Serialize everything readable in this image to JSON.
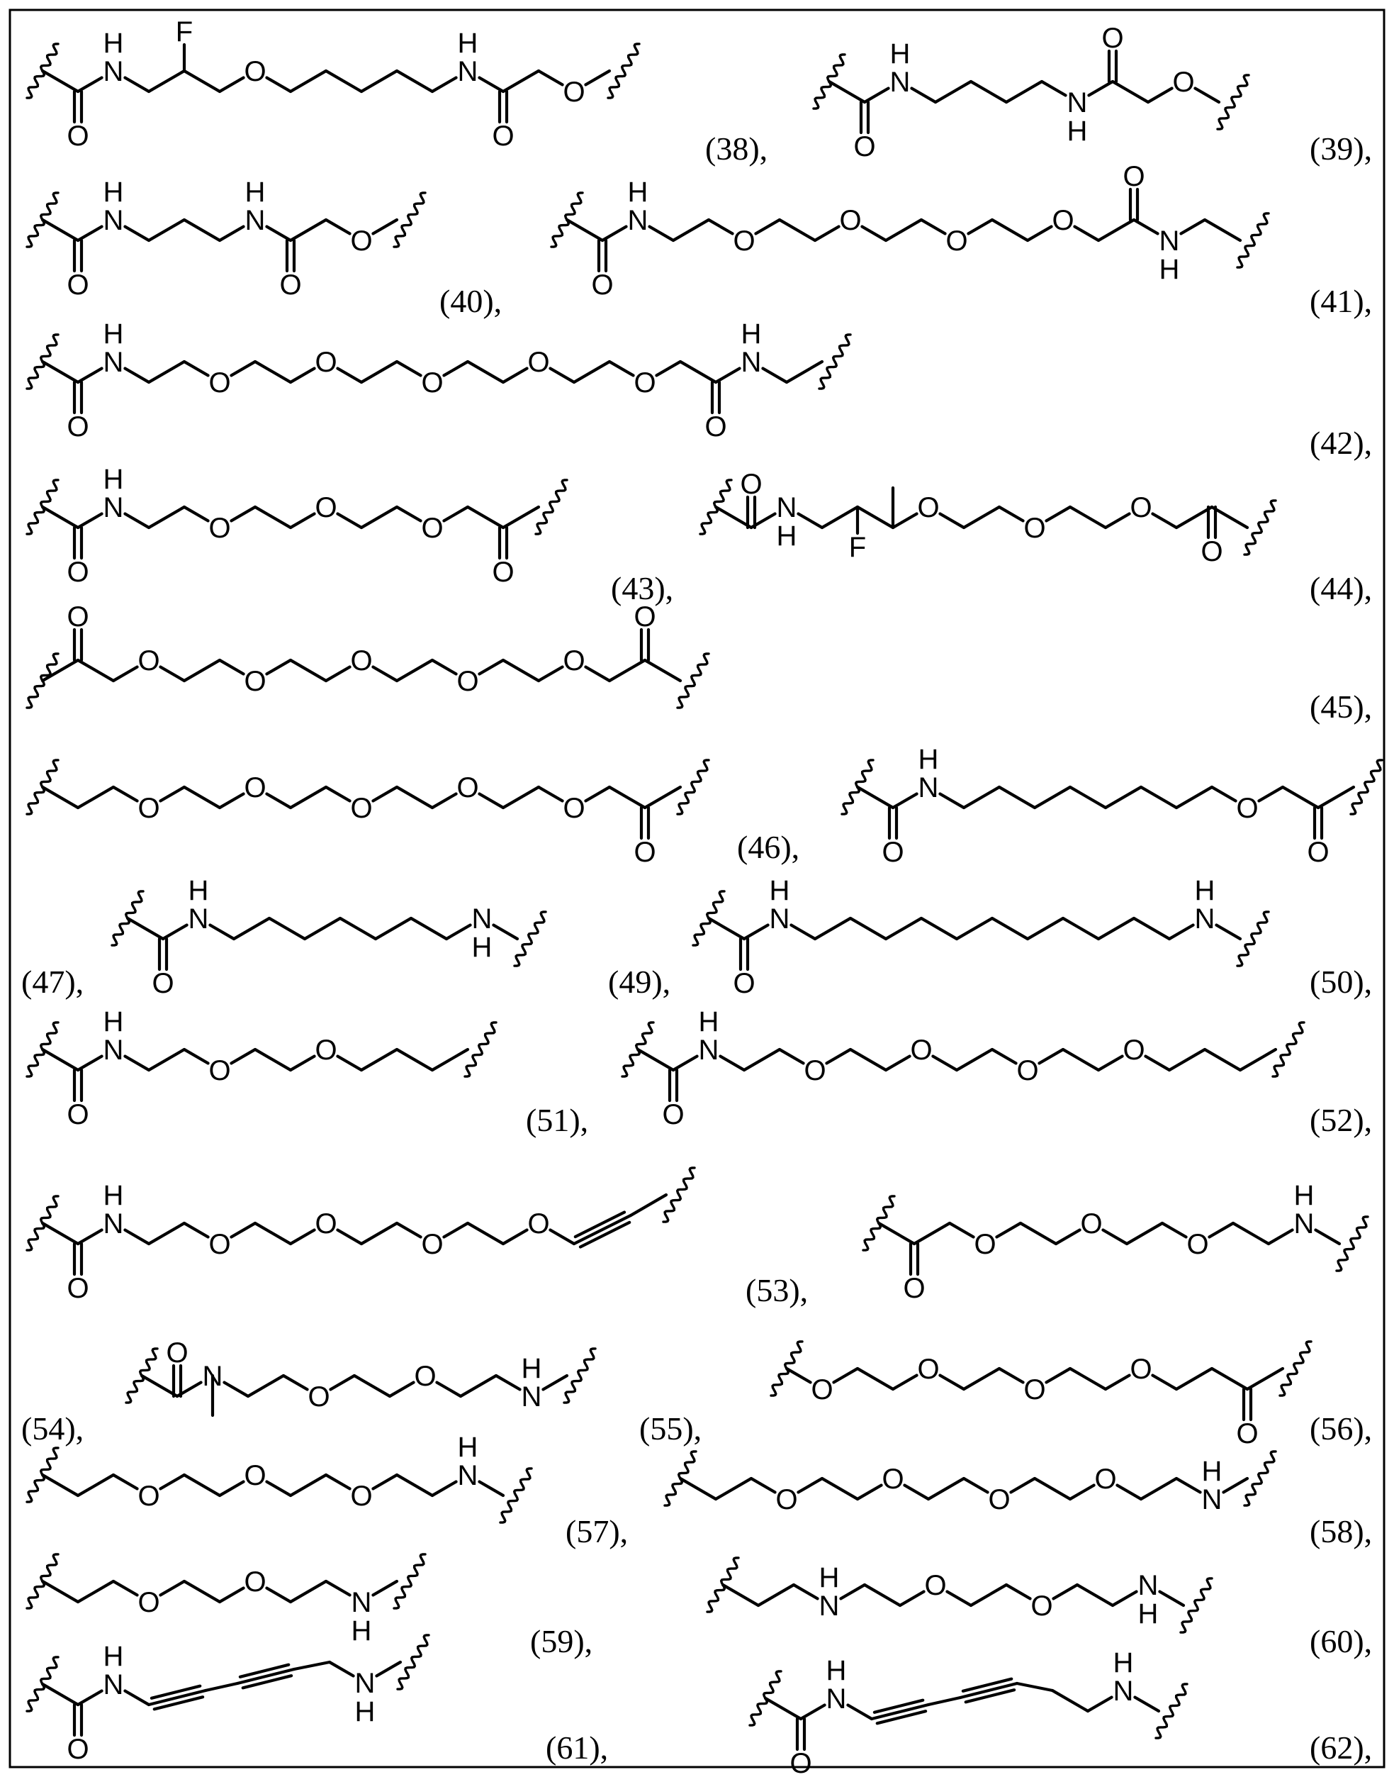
{
  "atom_symbols": {
    "nitrogen": "N",
    "hydrogen": "H",
    "oxygen": "O",
    "fluorine": "F"
  },
  "compound_labels": [
    "(38),",
    "(39),",
    "(40),",
    "(41),",
    "(42),",
    "(43),",
    "(44),",
    "(45),",
    "(46),",
    "(47),",
    "(49),",
    "(50),",
    "(51),",
    "(52),",
    "(53),",
    "(54),",
    "(55),",
    "(56),",
    "(57),",
    "(58),",
    "(59),",
    "(60),",
    "(61),",
    "(62),"
  ]
}
